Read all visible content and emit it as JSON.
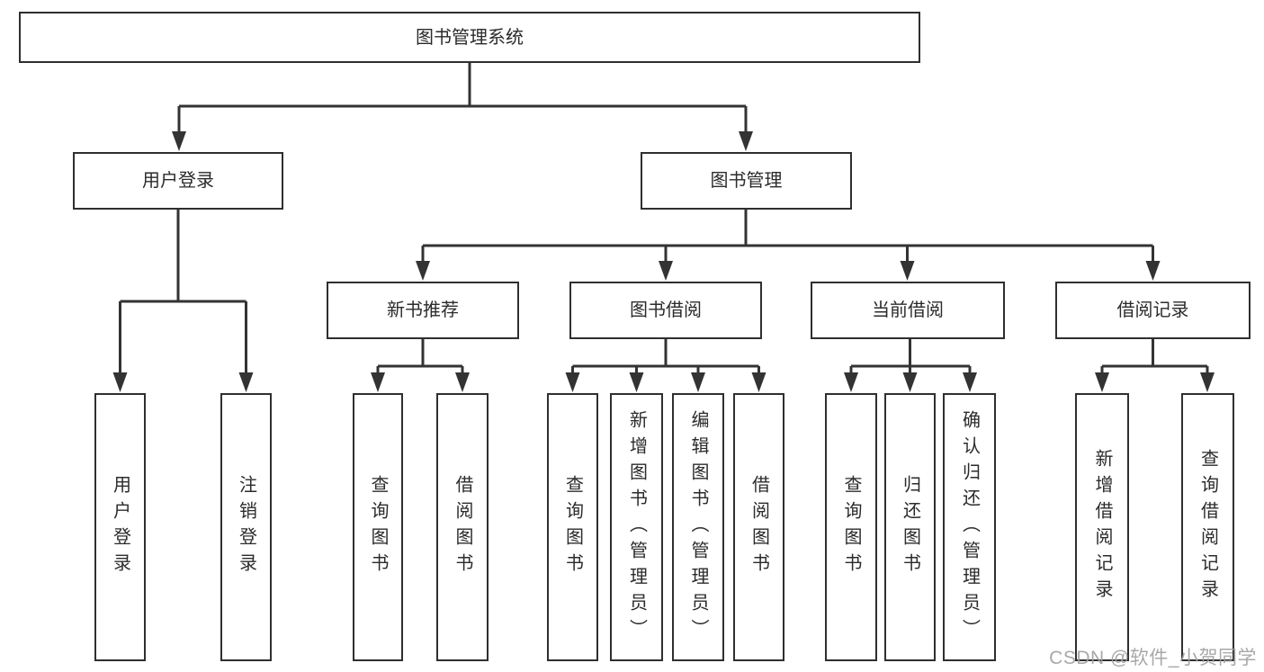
{
  "watermark": {
    "text": "CSDN @软件_小贺同学"
  },
  "colors": {
    "line": "#333333",
    "text": "#2b2b2b",
    "box_background": "#ffffff",
    "watermark": "#9e9e9e"
  },
  "tree": {
    "root": "图书管理系统",
    "branches": [
      {
        "label": "用户登录",
        "children": [
          "用户登录",
          "注销登录"
        ]
      },
      {
        "label": "图书管理",
        "groups": [
          {
            "label": "新书推荐",
            "children": [
              "查询图书",
              "借阅图书"
            ]
          },
          {
            "label": "图书借阅",
            "children": [
              "查询图书",
              "新增图书（管理员）",
              "编辑图书（管理员）",
              "借阅图书"
            ]
          },
          {
            "label": "当前借阅",
            "children": [
              "查询图书",
              "归还图书",
              "确认归还（管理员）"
            ]
          },
          {
            "label": "借阅记录",
            "children": [
              "新增借阅记录",
              "查询借阅记录"
            ]
          }
        ]
      }
    ]
  }
}
